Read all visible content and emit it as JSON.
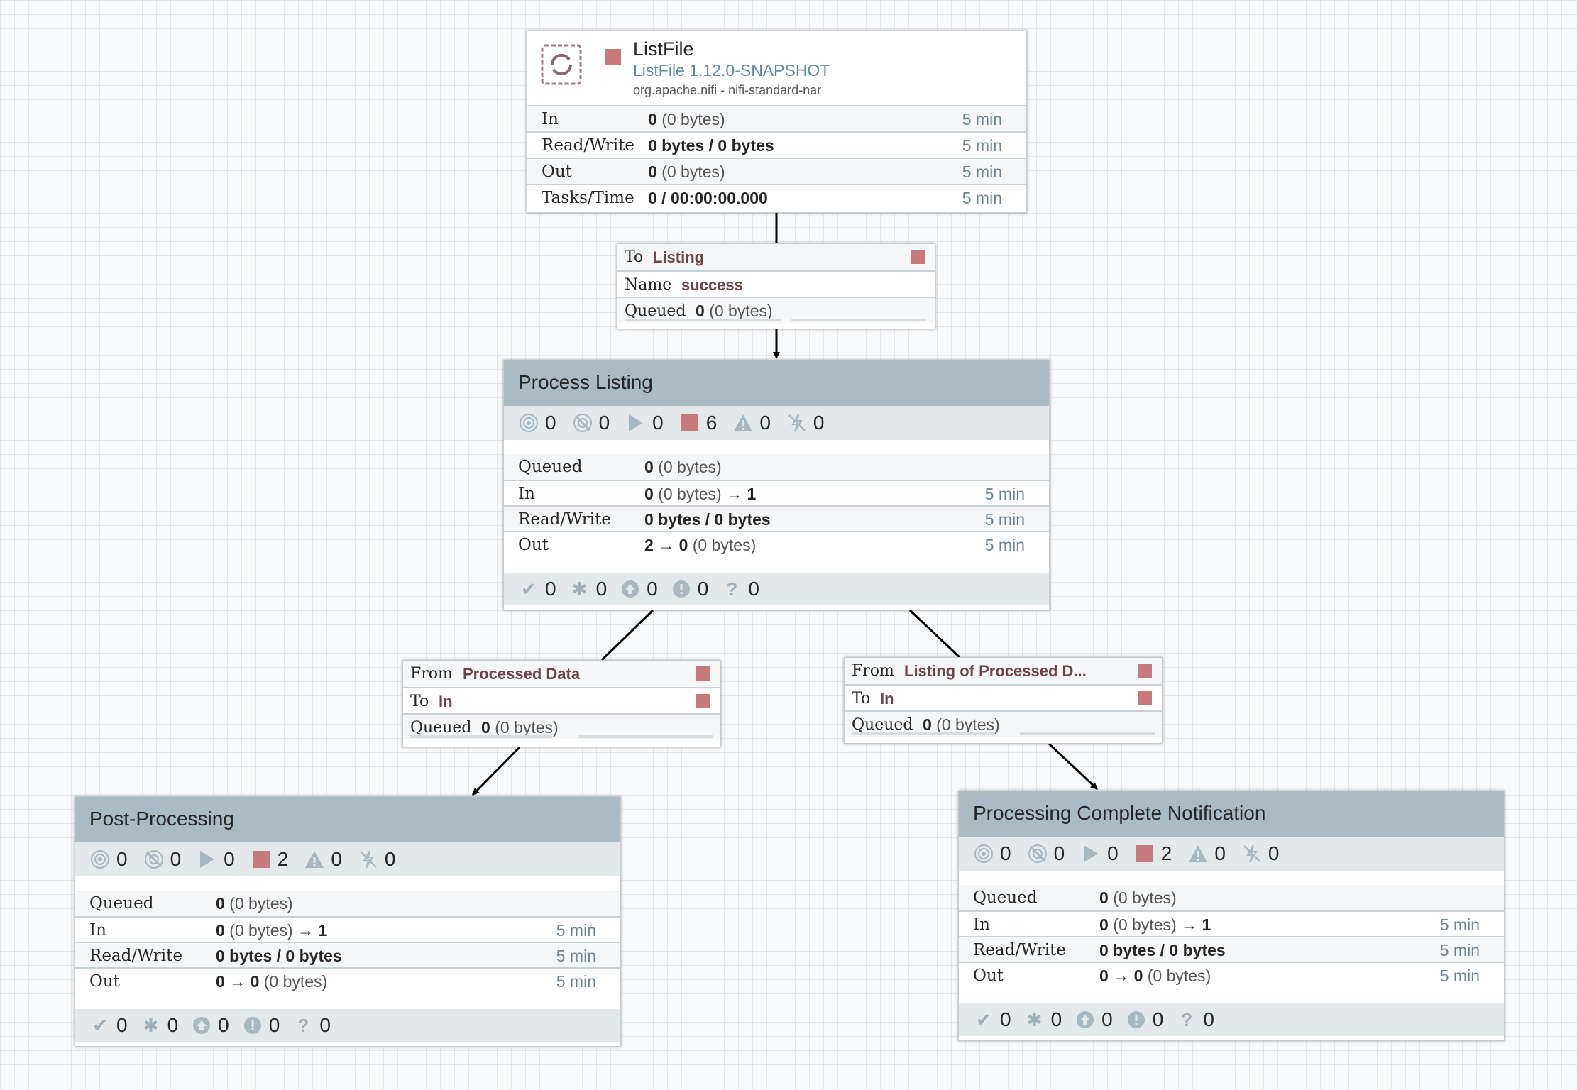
{
  "colors": {
    "stopped": "#c7797b",
    "header": "#aabbc3",
    "counts_bg": "#e3e8eb",
    "accent_text": "#6e4448",
    "secondary": "#5f8ba0"
  },
  "processor": {
    "name": "ListFile",
    "type": "ListFile 1.12.0-SNAPSHOT",
    "bundle": "org.apache.nifi - nifi-standard-nar",
    "state": "stopped",
    "stats": [
      {
        "label": "In",
        "value_b": "0",
        "value": "(0 bytes)",
        "time": "5 min"
      },
      {
        "label": "Read/Write",
        "value_b": "0 bytes / 0 bytes",
        "value": "",
        "time": "5 min"
      },
      {
        "label": "Out",
        "value_b": "0",
        "value": "(0 bytes)",
        "time": "5 min"
      },
      {
        "label": "Tasks/Time",
        "value_b": "0 / 00:00:00.000",
        "value": "",
        "time": "5 min"
      }
    ]
  },
  "connections": [
    {
      "k1": "To",
      "v1": "Listing",
      "k2": "Name",
      "v2": "success",
      "k3": "Queued",
      "q_b": "0",
      "q": "(0 bytes)"
    },
    {
      "k1": "From",
      "v1": "Processed Data",
      "k2": "To",
      "v2": "In",
      "k3": "Queued",
      "q_b": "0",
      "q": "(0 bytes)"
    },
    {
      "k1": "From",
      "v1": "Listing of Processed D...",
      "k2": "To",
      "v2": "In",
      "k3": "Queued",
      "q_b": "0",
      "q": "(0 bytes)"
    }
  ],
  "groups": [
    {
      "title": "Process Listing",
      "counts": {
        "transmitting": "0",
        "not_transmitting": "0",
        "running": "0",
        "stopped": "6",
        "invalid": "0",
        "disabled": "0"
      },
      "queued_b": "0",
      "queued": "(0 bytes)",
      "in_b": "0",
      "in": "(0 bytes)",
      "in_arrow": "→",
      "in_ports": "1",
      "rw_b": "0 bytes / 0 bytes",
      "out_a": "2",
      "out_arrow": "→",
      "out_b": "0",
      "out": "(0 bytes)",
      "time": "5 min",
      "versions": {
        "up_to_date": "0",
        "locally_modified": "0",
        "stale": "0",
        "modified_stale": "0",
        "sync_failure": "0"
      }
    },
    {
      "title": "Post-Processing",
      "counts": {
        "transmitting": "0",
        "not_transmitting": "0",
        "running": "0",
        "stopped": "2",
        "invalid": "0",
        "disabled": "0"
      },
      "queued_b": "0",
      "queued": "(0 bytes)",
      "in_b": "0",
      "in": "(0 bytes)",
      "in_arrow": "→",
      "in_ports": "1",
      "rw_b": "0 bytes / 0 bytes",
      "out_a": "0",
      "out_arrow": "→",
      "out_b": "0",
      "out": "(0 bytes)",
      "time": "5 min",
      "versions": {
        "up_to_date": "0",
        "locally_modified": "0",
        "stale": "0",
        "modified_stale": "0",
        "sync_failure": "0"
      }
    },
    {
      "title": "Processing Complete Notification",
      "counts": {
        "transmitting": "0",
        "not_transmitting": "0",
        "running": "0",
        "stopped": "2",
        "invalid": "0",
        "disabled": "0"
      },
      "queued_b": "0",
      "queued": "(0 bytes)",
      "in_b": "0",
      "in": "(0 bytes)",
      "in_arrow": "→",
      "in_ports": "1",
      "rw_b": "0 bytes / 0 bytes",
      "out_a": "0",
      "out_arrow": "→",
      "out_b": "0",
      "out": "(0 bytes)",
      "time": "5 min",
      "versions": {
        "up_to_date": "0",
        "locally_modified": "0",
        "stale": "0",
        "modified_stale": "0",
        "sync_failure": "0"
      }
    }
  ],
  "group_labels": {
    "queued": "Queued",
    "in": "In",
    "rw": "Read/Write",
    "out": "Out"
  },
  "icons": {
    "transmitting": "transmitting-icon",
    "not_transmitting": "not-transmitting-icon",
    "running": "play-icon",
    "stopped": "stop-icon",
    "invalid": "warning-icon",
    "disabled": "disabled-icon",
    "up_to_date": "check-icon",
    "locally_modified": "asterisk-icon",
    "stale": "up-arrow-icon",
    "modified_stale": "exclamation-icon",
    "sync_failure": "question-icon"
  }
}
